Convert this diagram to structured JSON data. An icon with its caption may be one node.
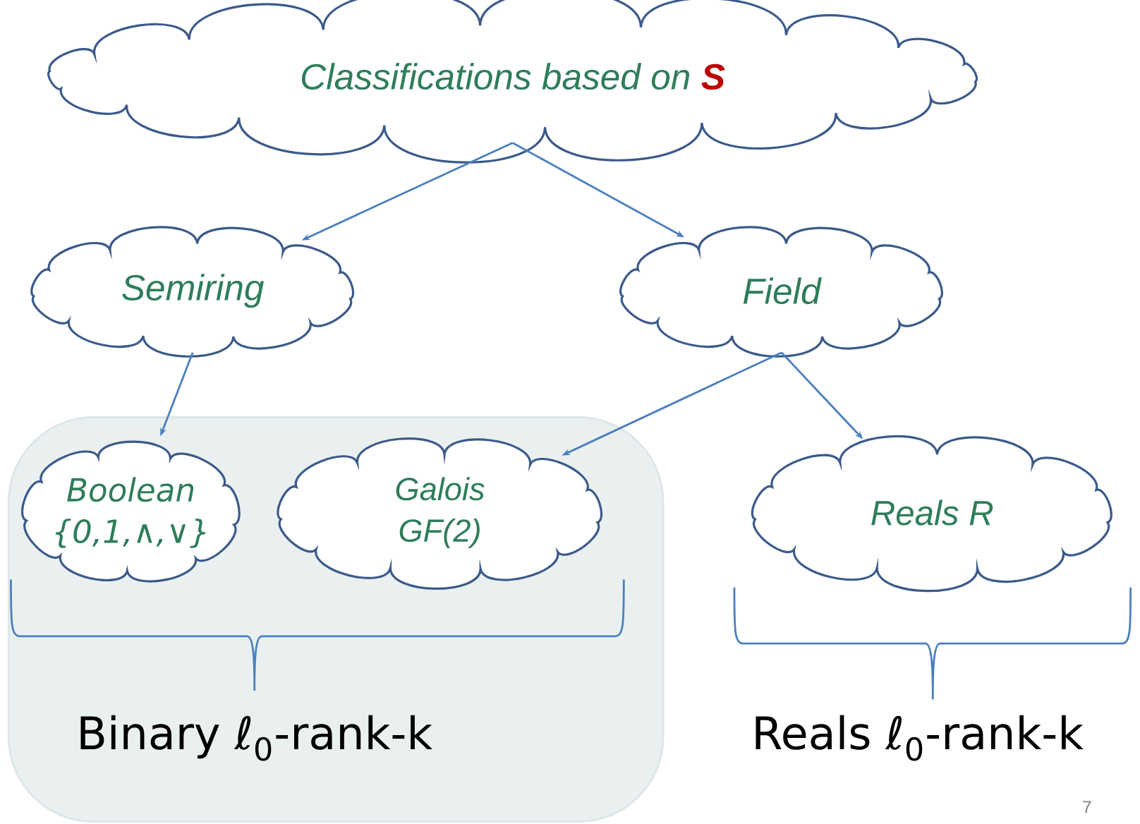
{
  "diagram": {
    "nodes": [
      {
        "text": [
          "Classifications based on **S**"
        ]
      },
      {
        "text": [
          "Semiring"
        ]
      },
      {
        "text": [
          "Field"
        ]
      },
      {
        "text": [
          "Binary ℓ$_{0}$-rank-k"
        ]
      },
      {
        "text": [
          "Boolean",
          "{0,1,∧,∨}"
        ],
        "in": 3
      },
      {
        "text": [
          "Galois",
          "GF(2)"
        ],
        "in": 3
      },
      {
        "text": [
          "Reals R"
        ]
      }
    ],
    "edges": [
      {
        "from": 0,
        "to": 1,
        "arrow": "to"
      },
      {
        "from": 0,
        "to": 2,
        "arrow": "to"
      },
      {
        "from": 1,
        "to": 4,
        "arrow": "to"
      },
      {
        "from": 2,
        "to": 5,
        "arrow": "to"
      },
      {
        "from": 2,
        "to": 6,
        "arrow": "to"
      }
    ],
    "labels": [
      "Reals ℓ$_{0}$-rank-k",
      "7"
    ]
  }
}
